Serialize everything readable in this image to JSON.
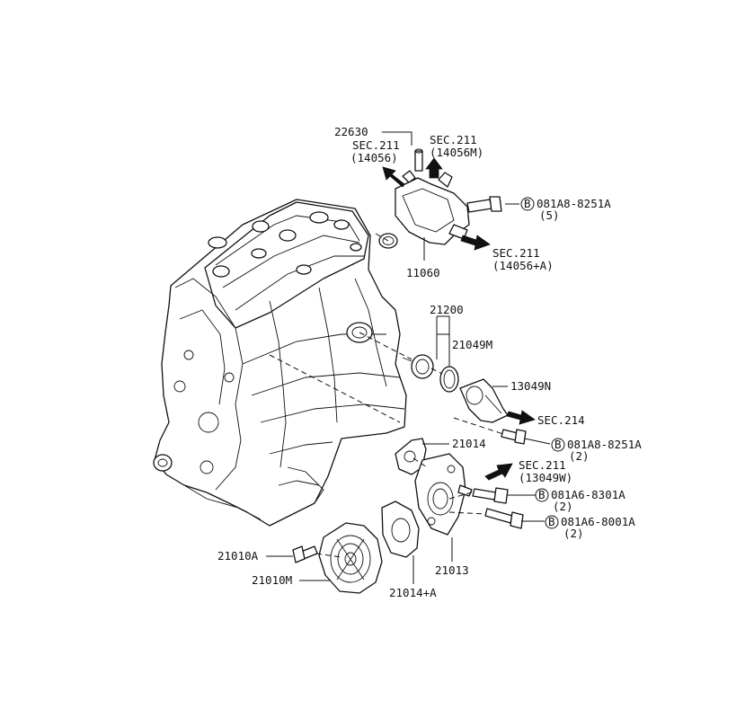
{
  "labels": {
    "p22630": "22630",
    "sec211_14056_a": "SEC.211",
    "sec211_14056_b": "(14056)",
    "sec211_14056m_a": "SEC.211",
    "sec211_14056m_b": "(14056M)",
    "bolt_top_a": "081A8-8251A",
    "bolt_top_b": "(5)",
    "sec211_14056a_a": "SEC.211",
    "sec211_14056a_b": "(14056+A)",
    "p11060": "11060",
    "p21200": "21200",
    "p21049m": "21049M",
    "p13049n": "13049N",
    "sec214": "SEC.214",
    "bolt_mid_a": "081A8-8251A",
    "bolt_mid_b": "(2)",
    "p21014": "21014",
    "sec211_13049w_a": "SEC.211",
    "sec211_13049w_b": "(13049W)",
    "bolt_lo1_a": "081A6-8301A",
    "bolt_lo1_b": "(2)",
    "bolt_lo2_a": "081A6-8001A",
    "bolt_lo2_b": "(2)",
    "p21010a": "21010A",
    "p21013": "21013",
    "p21010m": "21010M",
    "p21014a": "21014+A",
    "circle_b": "B"
  }
}
